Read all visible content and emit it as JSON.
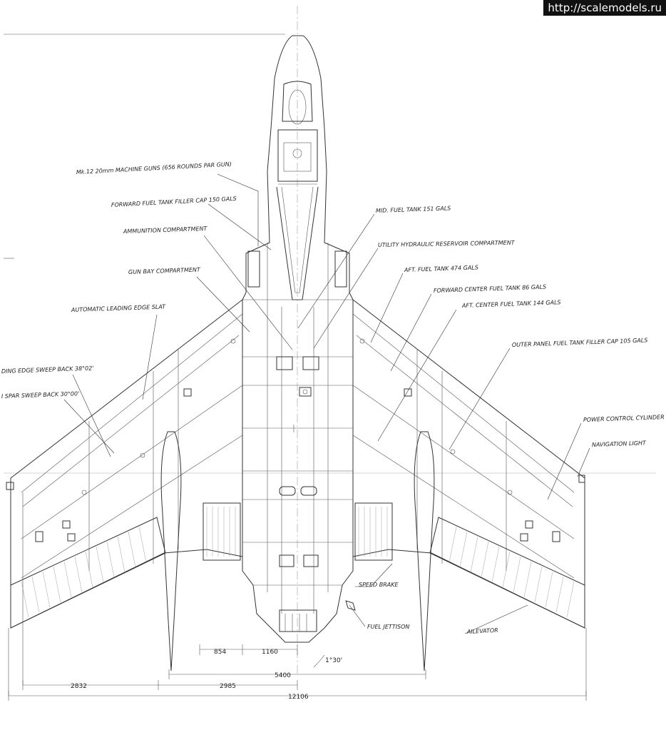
{
  "watermark": "http://scalemodels.ru",
  "labels": {
    "guns": "Mk.12 20mm MACHINE GUNS (656 ROUNDS PAR GUN)",
    "fwd_fuel_cap": "FORWARD FUEL TANK FILLER CAP 150 GALS",
    "ammo": "AMMUNITION COMPARTMENT",
    "gun_bay": "GUN BAY COMPARTMENT",
    "slat": "AUTOMATIC LEADING EDGE SLAT",
    "le_sweep": "DING EDGE SWEEP BACK 38°02'",
    "spar_sweep": "I SPAR SWEEP BACK 30°00'",
    "mid_tank": "MID. FUEL TANK  151 GALS",
    "hyd_res": "UTILITY HYDRAULIC RESERVOIR COMPARTMENT",
    "aft_tank": "AFT. FUEL TANK 474 GALS",
    "fwd_center": "FORWARD CENTER FUEL TANK 86 GALS",
    "aft_center": "AFT. CENTER FUEL TANK  144 GALS",
    "outer_cap": "OUTER PANEL FUEL TANK FILLER CAP  105 GALS",
    "power_cyl": "POWER CONTROL CYLINDER",
    "nav_light": "NAVIGATION LIGHT",
    "speed_brake": "SPEED BRAKE",
    "jettison": "FUEL JETTISON",
    "ailevator": "AILEVATOR"
  },
  "dimensions": {
    "d854": "854",
    "d1160": "1160",
    "angle": "1°30'",
    "d5400": "5400",
    "d2832": "2832",
    "d2985": "2985",
    "d12106": "12106"
  }
}
